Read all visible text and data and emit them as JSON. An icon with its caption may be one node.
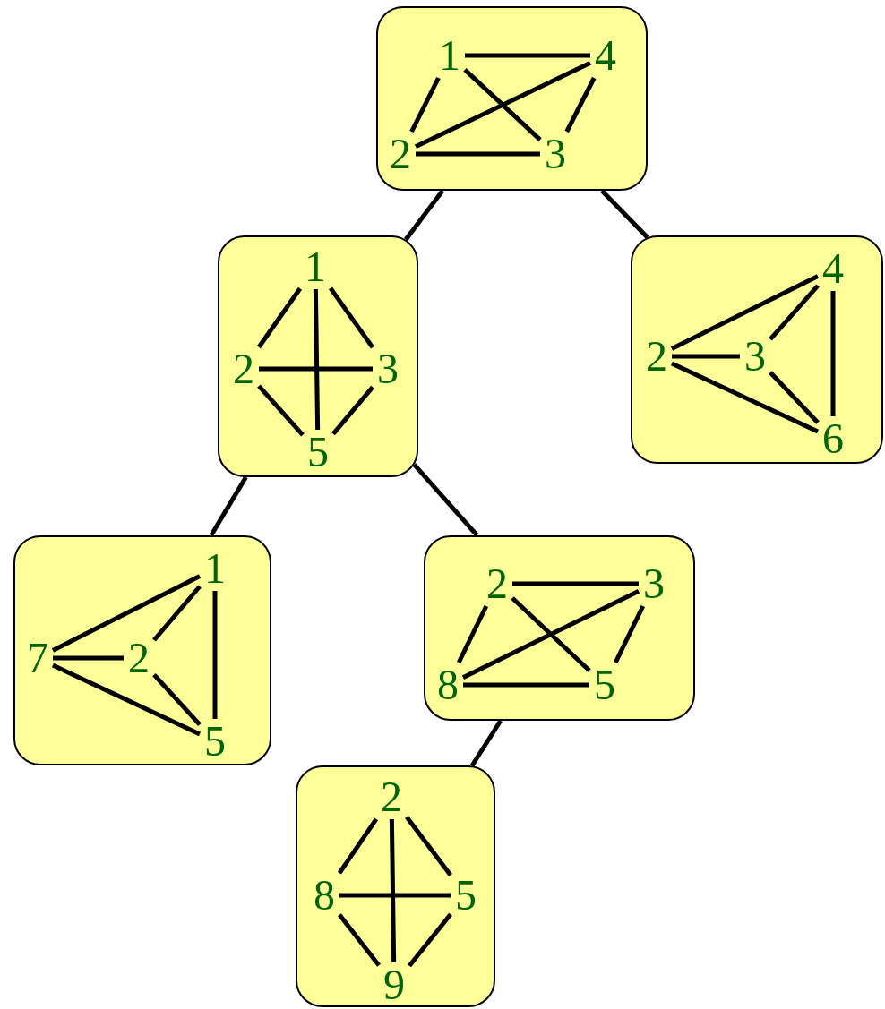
{
  "diagram": {
    "nodes": [
      {
        "text": [],
        "shape": "box"
      },
      {
        "text": [
          "1"
        ],
        "in": 0
      },
      {
        "text": [
          "4"
        ],
        "in": 0
      },
      {
        "text": [
          "2"
        ],
        "in": 0
      },
      {
        "text": [
          "3"
        ],
        "in": 0
      },
      {
        "text": [],
        "shape": "box"
      },
      {
        "text": [
          "1"
        ],
        "in": 5
      },
      {
        "text": [
          "2"
        ],
        "in": 5
      },
      {
        "text": [
          "3"
        ],
        "in": 5
      },
      {
        "text": [
          "5"
        ],
        "in": 5
      },
      {
        "text": [],
        "shape": "box"
      },
      {
        "text": [
          "4"
        ],
        "in": 10
      },
      {
        "text": [
          "2"
        ],
        "in": 10
      },
      {
        "text": [
          "3"
        ],
        "in": 10
      },
      {
        "text": [
          "6"
        ],
        "in": 10
      },
      {
        "text": [],
        "shape": "box"
      },
      {
        "text": [
          "1"
        ],
        "in": 15
      },
      {
        "text": [
          "7"
        ],
        "in": 15
      },
      {
        "text": [
          "2"
        ],
        "in": 15
      },
      {
        "text": [
          "5"
        ],
        "in": 15
      },
      {
        "text": [],
        "shape": "box"
      },
      {
        "text": [
          "2"
        ],
        "in": 20
      },
      {
        "text": [
          "3"
        ],
        "in": 20
      },
      {
        "text": [
          "8"
        ],
        "in": 20
      },
      {
        "text": [
          "5"
        ],
        "in": 20
      },
      {
        "text": [],
        "shape": "box"
      },
      {
        "text": [
          "2"
        ],
        "in": 25
      },
      {
        "text": [
          "8"
        ],
        "in": 25
      },
      {
        "text": [
          "5"
        ],
        "in": 25
      },
      {
        "text": [
          "9"
        ],
        "in": 25
      }
    ],
    "edges": [
      {
        "from": 1,
        "to": 2,
        "arrow": "none"
      },
      {
        "from": 1,
        "to": 4,
        "arrow": "none"
      },
      {
        "from": 3,
        "to": 2,
        "arrow": "none"
      },
      {
        "from": 3,
        "to": 4,
        "arrow": "none"
      },
      {
        "from": 1,
        "to": 3,
        "arrow": "none"
      },
      {
        "from": 2,
        "to": 4,
        "arrow": "none"
      },
      {
        "from": 6,
        "to": 7,
        "arrow": "none"
      },
      {
        "from": 6,
        "to": 8,
        "arrow": "none"
      },
      {
        "from": 7,
        "to": 8,
        "arrow": "none"
      },
      {
        "from": 6,
        "to": 9,
        "arrow": "none"
      },
      {
        "from": 7,
        "to": 9,
        "arrow": "none"
      },
      {
        "from": 8,
        "to": 9,
        "arrow": "none"
      },
      {
        "from": 12,
        "to": 11,
        "arrow": "none"
      },
      {
        "from": 12,
        "to": 13,
        "arrow": "none"
      },
      {
        "from": 13,
        "to": 11,
        "arrow": "none"
      },
      {
        "from": 11,
        "to": 14,
        "arrow": "none"
      },
      {
        "from": 12,
        "to": 14,
        "arrow": "none"
      },
      {
        "from": 13,
        "to": 14,
        "arrow": "none"
      },
      {
        "from": 17,
        "to": 16,
        "arrow": "none"
      },
      {
        "from": 17,
        "to": 18,
        "arrow": "none"
      },
      {
        "from": 18,
        "to": 16,
        "arrow": "none"
      },
      {
        "from": 16,
        "to": 19,
        "arrow": "none"
      },
      {
        "from": 17,
        "to": 19,
        "arrow": "none"
      },
      {
        "from": 18,
        "to": 19,
        "arrow": "none"
      },
      {
        "from": 21,
        "to": 22,
        "arrow": "none"
      },
      {
        "from": 21,
        "to": 24,
        "arrow": "none"
      },
      {
        "from": 23,
        "to": 22,
        "arrow": "none"
      },
      {
        "from": 23,
        "to": 24,
        "arrow": "none"
      },
      {
        "from": 21,
        "to": 23,
        "arrow": "none"
      },
      {
        "from": 22,
        "to": 24,
        "arrow": "none"
      },
      {
        "from": 26,
        "to": 27,
        "arrow": "none"
      },
      {
        "from": 26,
        "to": 28,
        "arrow": "none"
      },
      {
        "from": 27,
        "to": 28,
        "arrow": "none"
      },
      {
        "from": 26,
        "to": 29,
        "arrow": "none"
      },
      {
        "from": 27,
        "to": 29,
        "arrow": "none"
      },
      {
        "from": 28,
        "to": 29,
        "arrow": "none"
      },
      {
        "from": 0,
        "to": 5,
        "arrow": "none"
      },
      {
        "from": 0,
        "to": 10,
        "arrow": "none"
      },
      {
        "from": 5,
        "to": 15,
        "arrow": "none"
      },
      {
        "from": 5,
        "to": 20,
        "arrow": "none"
      },
      {
        "from": 20,
        "to": 25,
        "arrow": "none"
      }
    ]
  }
}
